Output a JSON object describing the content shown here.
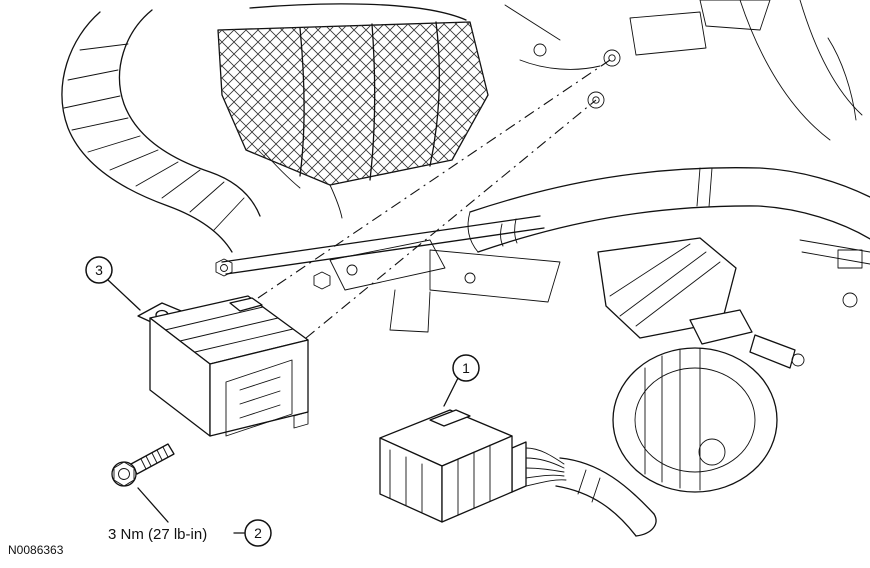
{
  "figure": {
    "code": "N0086363"
  },
  "colors": {
    "ink": "#111111",
    "paper": "#ffffff"
  },
  "callouts": {
    "c1": {
      "number": "1"
    },
    "c2": {
      "number": "2"
    },
    "c3": {
      "number": "3"
    }
  },
  "notes": {
    "torque": "3 Nm (27 lb-in)"
  }
}
